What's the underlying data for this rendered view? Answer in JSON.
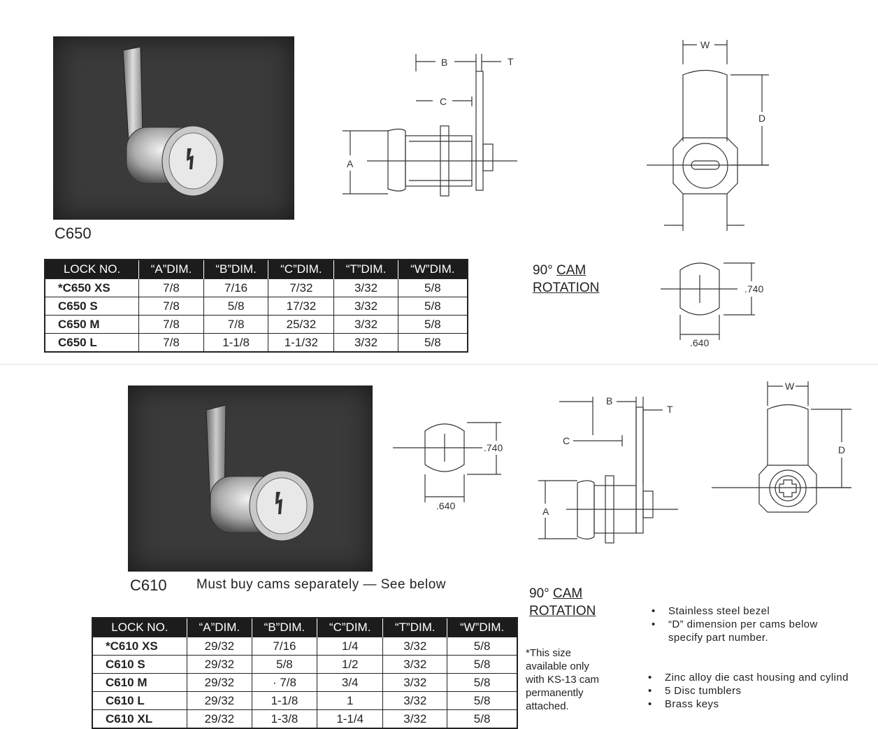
{
  "section_c650": {
    "model_label": "C650",
    "cam_rotation": {
      "angle": "90°",
      "word1": "CAM",
      "word2": "ROTATION"
    },
    "dims": {
      "a": "A",
      "b": "B",
      "c": "C",
      "t": "T",
      "w": "W",
      "d": "D",
      "h740": ".740",
      "w640": ".640"
    },
    "table": {
      "headers": [
        "LOCK NO.",
        "“A”DIM.",
        "“B”DIM.",
        "“C”DIM.",
        "“T”DIM.",
        "“W”DIM."
      ],
      "rows": [
        [
          "*C650 XS",
          "7/8",
          "7/16",
          "7/32",
          "3/32",
          "5/8"
        ],
        [
          "C650 S",
          "7/8",
          "5/8",
          "17/32",
          "3/32",
          "5/8"
        ],
        [
          "C650 M",
          "7/8",
          "7/8",
          "25/32",
          "3/32",
          "5/8"
        ],
        [
          "C650 L",
          "7/8",
          "1-1/8",
          "1-1/32",
          "3/32",
          "5/8"
        ]
      ]
    }
  },
  "section_c610": {
    "model_label": "C610",
    "note": "Must buy cams separately — See below",
    "cam_rotation": {
      "angle": "90°",
      "word1": "CAM",
      "word2": "ROTATION"
    },
    "dims": {
      "a": "A",
      "b": "B",
      "c": "C",
      "t": "T",
      "w": "W",
      "d": "D",
      "h740": ".740",
      "w640": ".640"
    },
    "table": {
      "headers": [
        "LOCK NO.",
        "“A”DIM.",
        "“B”DIM.",
        "“C”DIM.",
        "“T”DIM.",
        "“W”DIM."
      ],
      "rows": [
        [
          "*C610 XS",
          "29/32",
          "7/16",
          "1/4",
          "3/32",
          "5/8"
        ],
        [
          "C610 S",
          "29/32",
          "5/8",
          "1/2",
          "3/32",
          "5/8"
        ],
        [
          "C610 M",
          "29/32",
          "· 7/8",
          "3/4",
          "3/32",
          "5/8"
        ],
        [
          "C610 L",
          "29/32",
          "1-1/8",
          "1",
          "3/32",
          "5/8"
        ],
        [
          "C610 XL",
          "29/32",
          "1-3/8",
          "1-1/4",
          "3/32",
          "5/8"
        ]
      ]
    },
    "footnote": [
      "*This size",
      "available only",
      "with KS-13 cam",
      "permanently",
      "attached."
    ],
    "features_top": [
      {
        "line1": "Stainless steel bezel",
        "line2": ""
      },
      {
        "line1": "“D” dimension per cams below",
        "line2": "specify part number."
      }
    ],
    "features_bottom": [
      "Zinc alloy die cast housing and cylind",
      "5 Disc tumblers",
      "Brass keys"
    ]
  }
}
